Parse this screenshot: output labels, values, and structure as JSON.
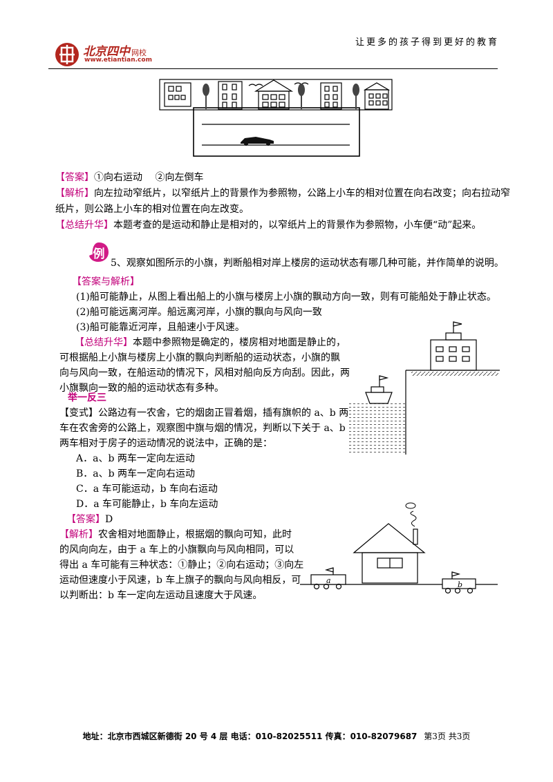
{
  "header": {
    "logo_name": "北京四中",
    "logo_suffix": "网校",
    "logo_url": "www.etiantian.com",
    "slogan": "让更多的孩子得到更好的教育"
  },
  "answer1": {
    "tag": "【答案】",
    "text": "①向右运动　 ②向左倒车"
  },
  "analysis1": {
    "tag": "【解析】",
    "line1": "向左拉动窄纸片，以窄纸片上的背景作为参照物，公路上小车的相对位置在向右改变；向右拉动窄",
    "line2": "纸片，则公路上小车的相对位置在向左改变。"
  },
  "summary1": {
    "tag": "【总结升华】",
    "text": "本题考查的是运动和静止是相对的，以窄纸片上的背景作为参照物，小车便“动”起来。"
  },
  "example5": {
    "badge": "例",
    "question": "5、观察如图所示的小旗，判断船相对岸上楼房的运动状态有哪几种可能，并作简单的说明。",
    "answer_tag": "【答案与解析】",
    "items": [
      "(1)船可能静止，从图上看出船上的小旗与楼房上小旗的飘动方向一致，则有可能船处于静止状态。",
      "(2)船可能远离河岸。船远离河岸，小旗的飘向与风向一致",
      "(3)船可能靠近河岸，且船速小于风速。"
    ],
    "summary_tag": "【总结升华】",
    "summary_lines": [
      "本题中参照物是确定的，楼房相对地面是静止的，",
      "可根据船上小旗与楼房上小旗的飘向判断船的运动状态，小旗的飘",
      "向与风向一致，在船运动的情况下，风相对船向反方向刮。因此，两",
      "小旗飘向一致的船的运动状态有多种。"
    ]
  },
  "variant": {
    "heading": "举一反三",
    "tag": "【变式】",
    "lines": [
      "公路边有一农舍，它的烟囱正冒着烟，插有旗帜的 a、b 两",
      "车在农舍旁的公路上，观察图中旗与烟的情况，判断以下关于 a、b",
      "两车相对于房子的运动情况的说法中，正确的是："
    ],
    "options": [
      "A．a、b 两车一定向左运动",
      "B．a、b 两车一定向右运动",
      "C．a 车可能运动，b 车向右运动",
      "D．a 车可能静止，b 车向左运动"
    ],
    "answer_tag": "【答案】",
    "answer": "D",
    "analysis_tag": "【解析】",
    "analysis_lines": [
      "农舍相对地面静止，根据烟的飘向可知，此时",
      "的风向向左，由于 a 车上的小旗飘向与风向相同，可以",
      "得出 a 车可能有三种状态：①静止；②向右运动；③向左",
      "运动但速度小于风速，b 车上旗子的飘向与风向相反，可",
      "以判断出：b 车一定向左运动且速度大于风速。"
    ],
    "car_a_label": "a",
    "car_b_label": "b"
  },
  "footer": {
    "text": "地址：北京市西城区新德街 20 号 4 层  电话：010-82025511  传真：010-82079687",
    "page": "第3页  共3页"
  }
}
